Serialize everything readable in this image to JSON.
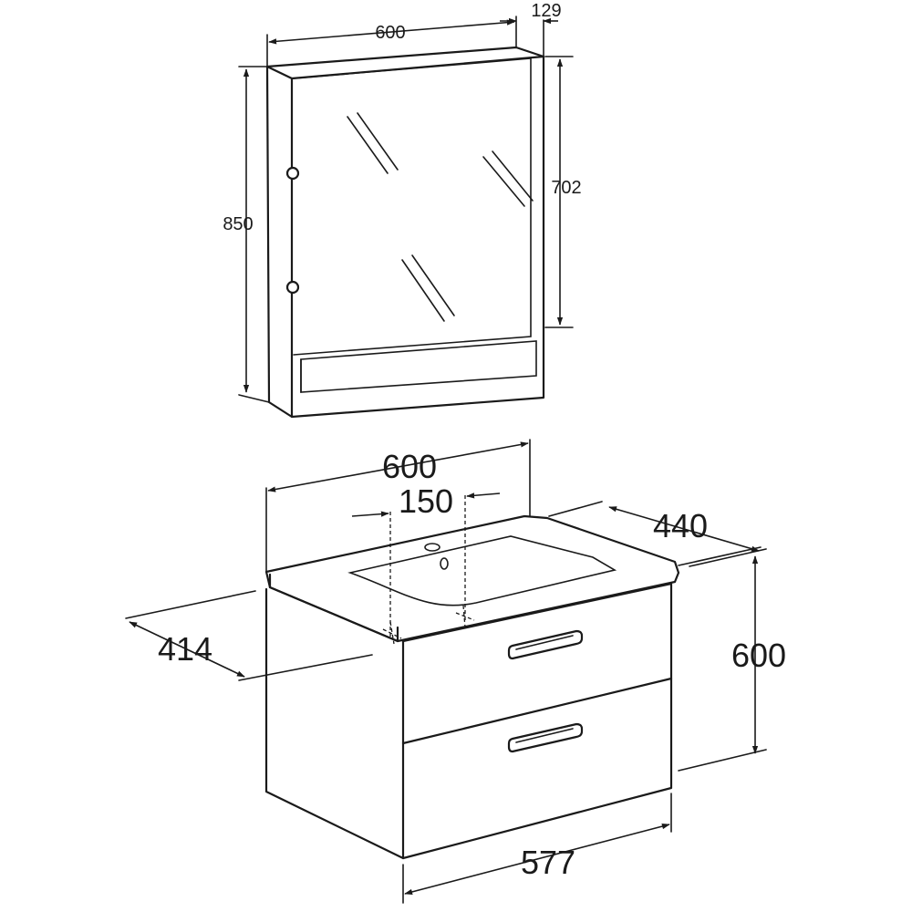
{
  "diagram": {
    "mirror_cabinet": {
      "width": "600",
      "depth": "129",
      "height": "850",
      "mirror_height": "702"
    },
    "vanity_unit": {
      "width": "600",
      "tap_offset": "150",
      "depth": "440",
      "height": "600",
      "basin_depth": "414",
      "cabinet_width": "577"
    }
  }
}
